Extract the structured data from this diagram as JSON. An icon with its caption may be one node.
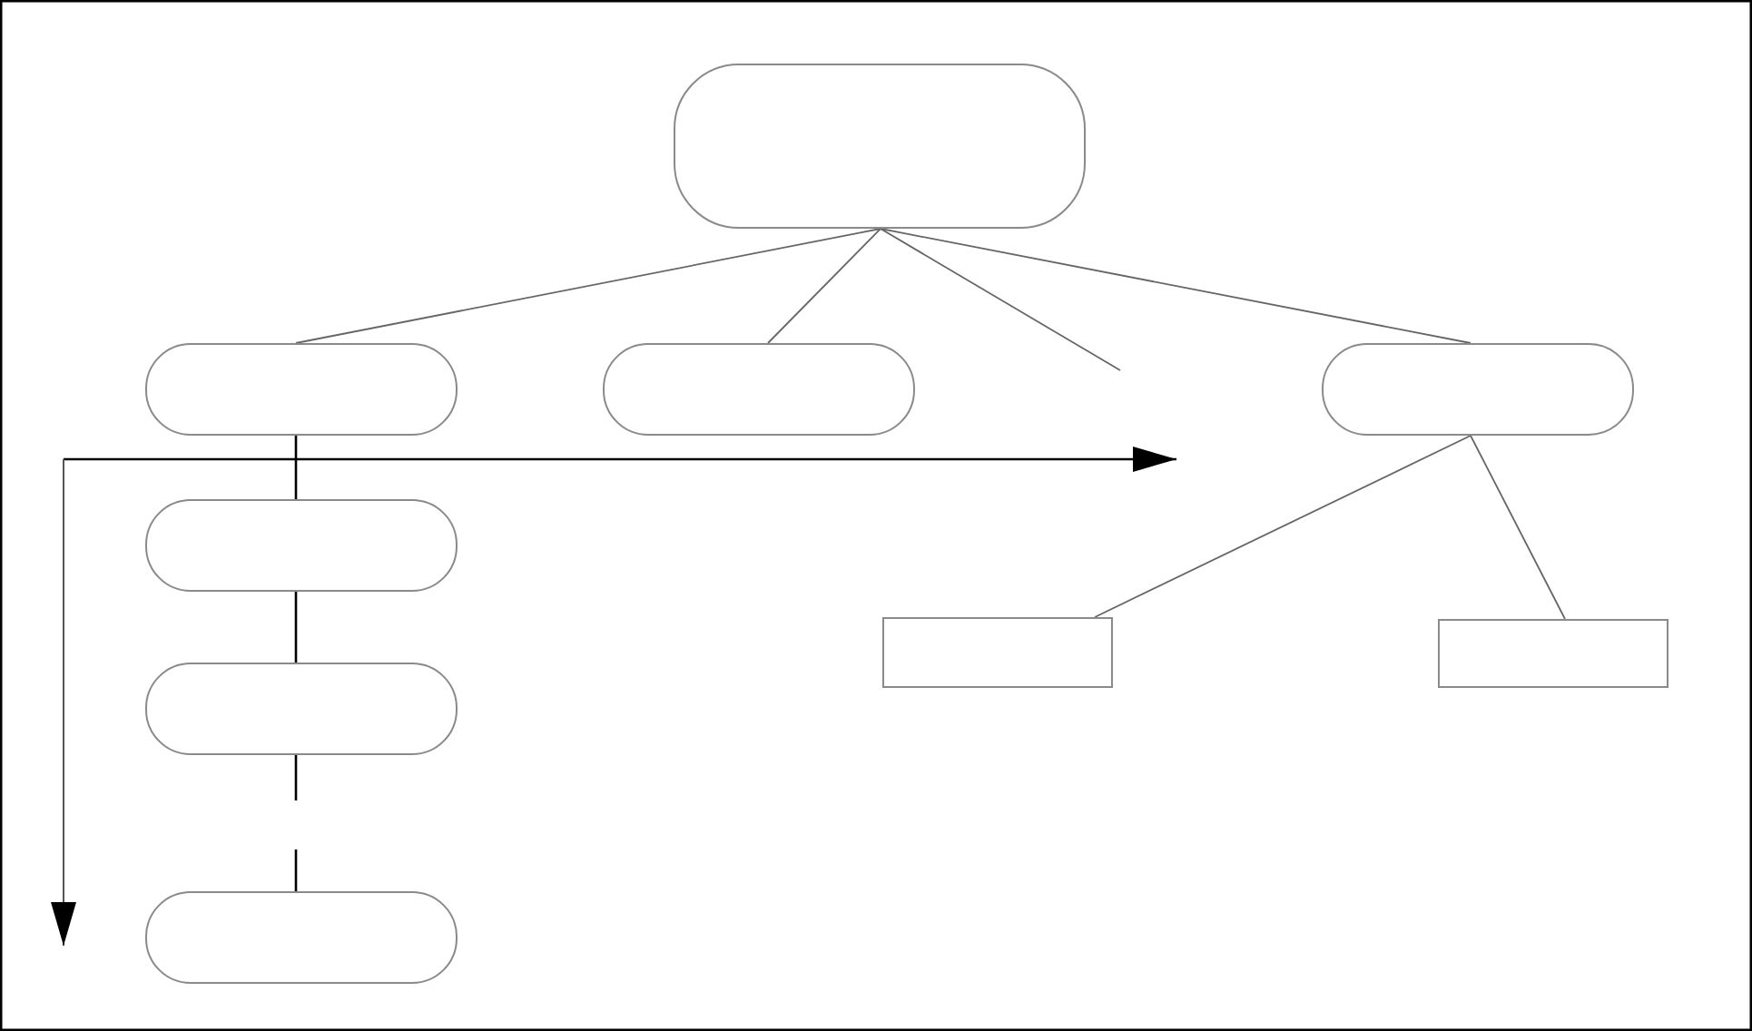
{
  "diagram": {
    "nodes": [
      {
        "text": [],
        "shape": "box"
      },
      {
        "text": [],
        "shape": "box"
      },
      {
        "text": [],
        "shape": "box"
      },
      {
        "text": [],
        "shape": "box"
      },
      {
        "text": [],
        "shape": "box"
      },
      {
        "text": [],
        "shape": "box"
      },
      {
        "text": [],
        "shape": "box"
      },
      {
        "text": [],
        "shape": "box"
      },
      {
        "text": [],
        "shape": "box"
      }
    ],
    "edges": [
      {
        "from": 0,
        "to": 1,
        "arrow": "none"
      },
      {
        "from": 0,
        "to": 2,
        "arrow": "none"
      },
      {
        "from": 0,
        "to": null,
        "arrow": "none"
      },
      {
        "from": 0,
        "to": 3,
        "arrow": "none"
      },
      {
        "from": 1,
        "to": 4,
        "arrow": "none",
        "color": "#000000"
      },
      {
        "from": 4,
        "to": 5,
        "arrow": "none",
        "color": "#000000"
      },
      {
        "from": 5,
        "to": 6,
        "arrow": "none",
        "style": "dashed",
        "color": "#000000"
      },
      {
        "from": 3,
        "to": 7,
        "arrow": "none"
      },
      {
        "from": 3,
        "to": 8,
        "arrow": "none"
      }
    ]
  }
}
